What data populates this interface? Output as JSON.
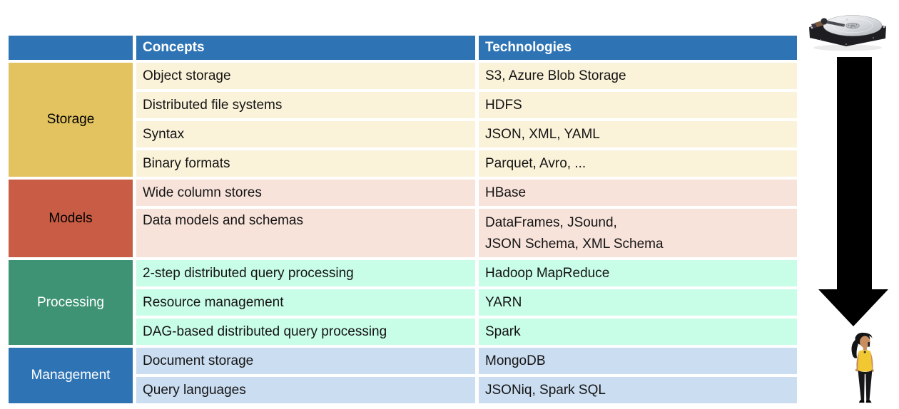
{
  "table": {
    "header_bg": "#2E74B5",
    "header": {
      "concepts": "Concepts",
      "technologies": "Technologies"
    },
    "sections": [
      {
        "label": "Storage",
        "band_color": "#E2C35F",
        "row_color": "#FBF3D9",
        "label_color": "#000000",
        "rows": [
          {
            "concept": "Object storage",
            "tech": "S3, Azure Blob Storage"
          },
          {
            "concept": "Distributed file systems",
            "tech": "HDFS"
          },
          {
            "concept": "Syntax",
            "tech": "JSON, XML, YAML"
          },
          {
            "concept": "Binary formats",
            "tech": "Parquet, Avro, ..."
          }
        ]
      },
      {
        "label": "Models",
        "band_color": "#C85C44",
        "row_color": "#F8E3DB",
        "label_color": "#000000",
        "rows": [
          {
            "concept": "Wide column stores",
            "tech": "HBase"
          },
          {
            "concept": "Data models and schemas",
            "tech": "DataFrames, JSound,\nJSON Schema, XML Schema"
          }
        ]
      },
      {
        "label": "Processing",
        "band_color": "#3E9374",
        "row_color": "#C8FDE8",
        "label_color": "#FFFFFF",
        "rows": [
          {
            "concept": "2-step distributed query processing",
            "tech": "Hadoop MapReduce"
          },
          {
            "concept": "Resource management",
            "tech": "YARN"
          },
          {
            "concept": "DAG-based distributed query processing",
            "tech": "Spark"
          }
        ]
      },
      {
        "label": "Management",
        "band_color": "#2E74B5",
        "row_color": "#CBDDF1",
        "label_color": "#FFFFFF",
        "rows": [
          {
            "concept": "Document storage",
            "tech": "MongoDB"
          },
          {
            "concept": "Query languages",
            "tech": "JSONiq, Spark SQL"
          }
        ]
      }
    ]
  },
  "illustrations": {
    "icons": {
      "top": "hard-drive-image",
      "middle": "down-arrow",
      "bottom": "person-figure"
    },
    "arrow_color": "#000000",
    "person_shirt_color": "#F2C832",
    "person_skin_color": "#C98E5F",
    "person_hair_color": "#141414"
  }
}
